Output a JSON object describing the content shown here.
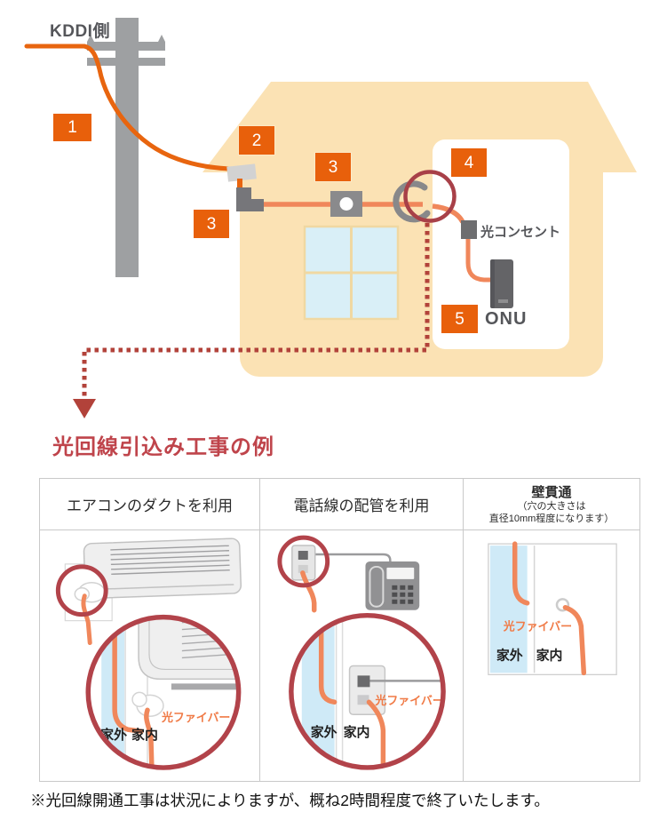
{
  "top": {
    "kddi_label": "KDDI側",
    "badges": [
      "1",
      "2",
      "3",
      "3",
      "4",
      "5"
    ],
    "optical_outlet_label": "光コンセント",
    "onu_label": "ONU"
  },
  "heading": "光回線引込み工事の例",
  "table": {
    "columns": [
      {
        "title": "エアコンのダクトを利用"
      },
      {
        "title": "電話線の配管を利用"
      },
      {
        "title": "壁貫通",
        "note1": "（穴の大きさは",
        "note2": "直径10mm程度になります）"
      }
    ],
    "labels": {
      "outside": "家外",
      "inside": "家内",
      "fiber": "光ファイバー"
    }
  },
  "footnote": "※光回線開通工事は状況によりますが、概ね2時間程度で終了いたします。",
  "colors": {
    "badge_orange": "#E8600B",
    "cable_orange": "#E8650F",
    "fiber_salmon": "#F0875B",
    "highlight_red": "#B2434A",
    "heading_red": "#BF444B",
    "house_peach": "#FBE2B4",
    "window_blue": "#D9EFF7",
    "outside_blue": "#CFEAF7"
  }
}
